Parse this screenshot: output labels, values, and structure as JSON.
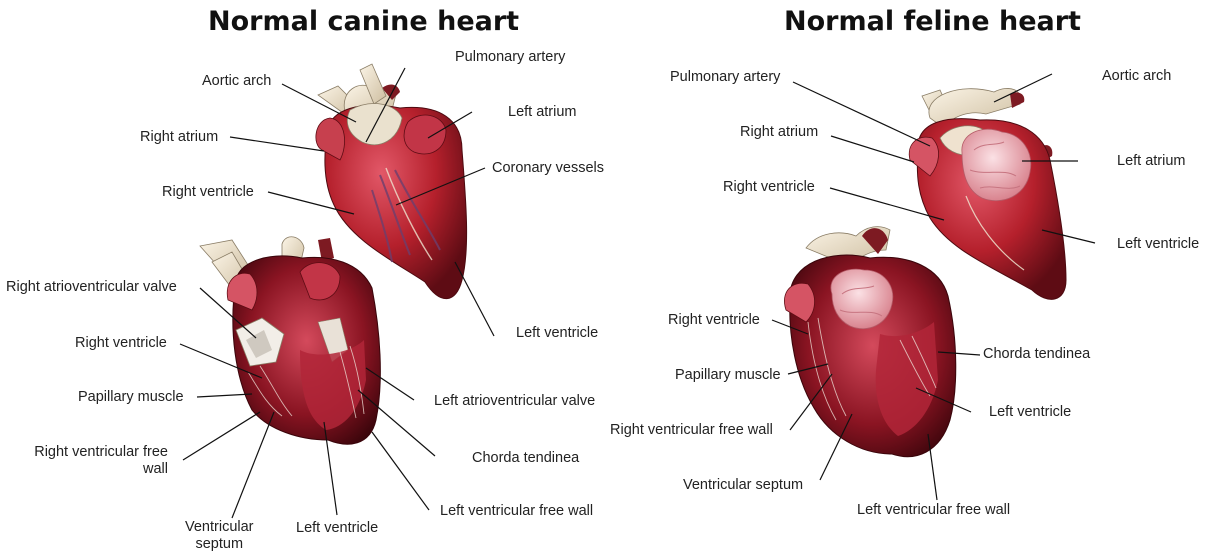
{
  "canine": {
    "title": "Normal canine heart",
    "labels": {
      "aortic_arch": "Aortic arch",
      "pulmonary_artery": "Pulmonary artery",
      "right_atrium": "Right atrium",
      "left_atrium": "Left atrium",
      "coronary_vessels": "Coronary vessels",
      "right_ventricle_ext": "Right ventricle",
      "left_ventricle_ext": "Left ventricle",
      "right_av_valve": "Right atrioventricular valve",
      "right_ventricle_int": "Right ventricle",
      "papillary_muscle": "Papillary muscle",
      "rv_free_wall_1": "Right ventricular free",
      "rv_free_wall_2": "wall",
      "left_av_valve": "Left atrioventricular valve",
      "chorda_tendinea": "Chorda tendinea",
      "lv_free_wall": "Left ventricular free wall",
      "ventricular_septum_1": "Ventricular",
      "ventricular_septum_2": "septum",
      "left_ventricle_int": "Left ventricle"
    }
  },
  "feline": {
    "title": "Normal feline heart",
    "labels": {
      "pulmonary_artery": "Pulmonary artery",
      "aortic_arch": "Aortic arch",
      "right_atrium": "Right atrium",
      "left_atrium": "Left atrium",
      "right_ventricle_ext": "Right ventricle",
      "left_ventricle_ext": "Left ventricle",
      "right_ventricle_int": "Right ventricle",
      "chorda_tendinea": "Chorda tendinea",
      "papillary_muscle": "Papillary muscle",
      "left_ventricle_int": "Left ventricle",
      "rv_free_wall": "Right ventricular free wall",
      "ventricular_septum": "Ventricular septum",
      "lv_free_wall": "Left ventricular free wall"
    }
  },
  "colors": {
    "muscle": "#b5202c",
    "muscle_dark": "#5e0c14",
    "vessel": "#efe4cf",
    "atrium_pink": "#e9a3ad",
    "leader": "#111111"
  }
}
